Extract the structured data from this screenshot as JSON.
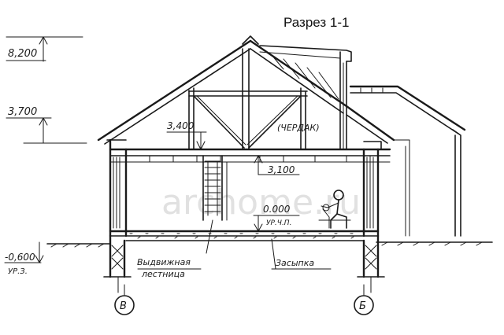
{
  "title": "Разрез 1-1",
  "levels": {
    "top": "8,200",
    "eave": "3,700",
    "zero": "-0,600",
    "zero_note": "УР.З."
  },
  "marks": {
    "ceiling_upper": "3,400",
    "ceiling_lower": "3,100",
    "floor": "0.000",
    "floor_note": "УР.Ч.П."
  },
  "labels": {
    "attic": "(ЧЕРДАК)",
    "ladder_line1": "Выдвижная",
    "ladder_line2": "лестница",
    "backfill": "Засыпка"
  },
  "axes": {
    "left": "В",
    "right": "Б"
  },
  "watermark": "archome.ru"
}
